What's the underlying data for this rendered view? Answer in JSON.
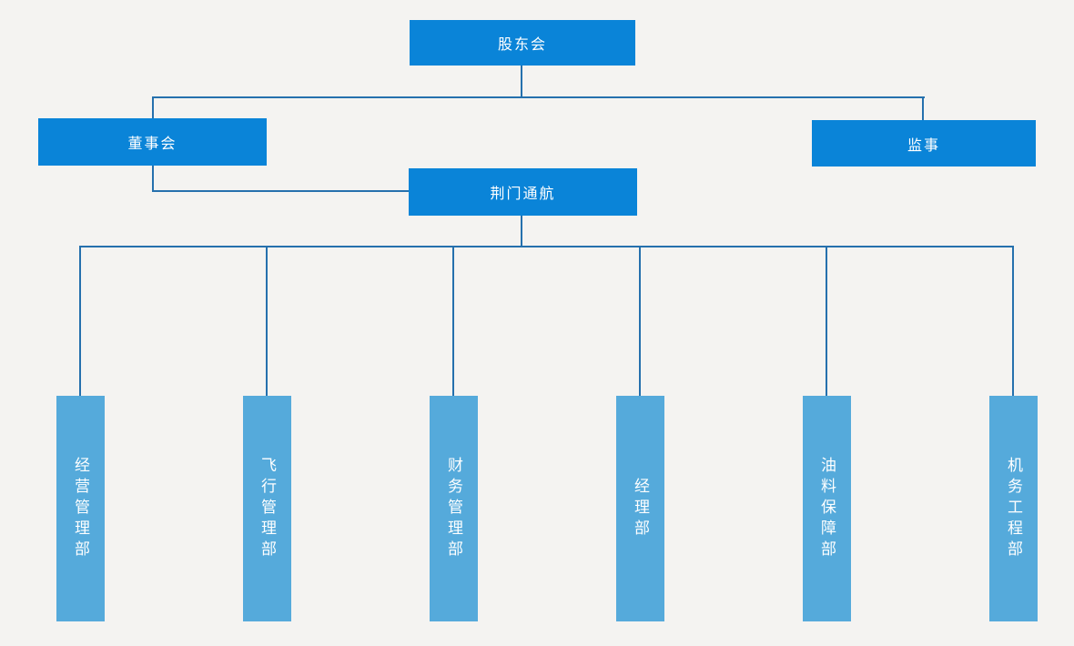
{
  "nodes": {
    "shareholders": "股东会",
    "board": "董事会",
    "supervisor": "监事",
    "company": "荆门通航"
  },
  "departments": [
    "经营管理部",
    "飞行管理部",
    "财务管理部",
    "经理部",
    "油料保障部",
    "机务工程部"
  ],
  "hierarchy": {
    "root": "股东会",
    "children_of_root": [
      "董事会",
      "监事"
    ],
    "child_of_board": "荆门通航",
    "children_of_company": [
      "经营管理部",
      "飞行管理部",
      "财务管理部",
      "经理部",
      "油料保障部",
      "机务工程部"
    ]
  },
  "colors": {
    "primary_box": "#0a84d8",
    "department_box": "#55aadb",
    "connector_line": "#2570ad",
    "background": "#f4f3f1",
    "label_text": "#ffffff"
  }
}
